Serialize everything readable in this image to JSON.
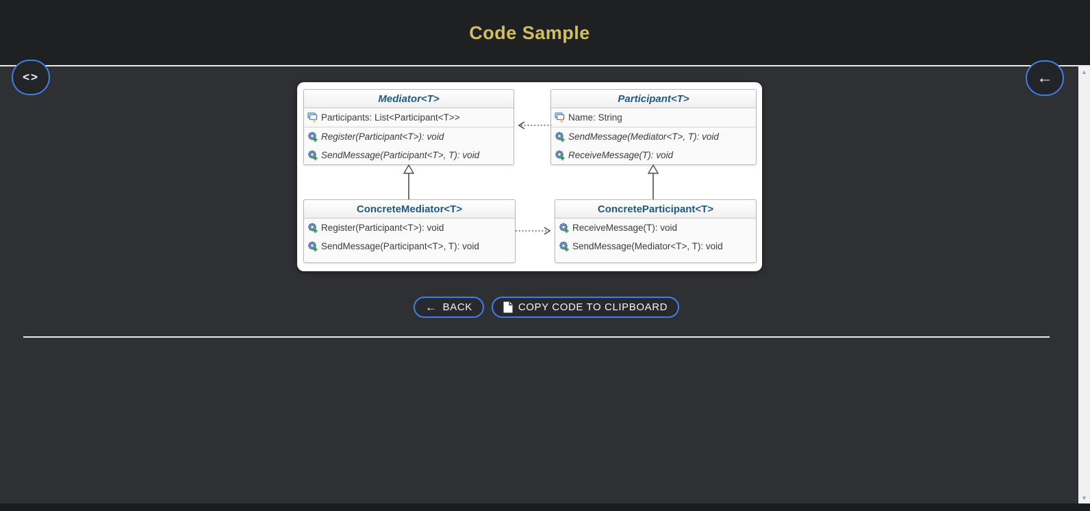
{
  "header": {
    "title": "Code Sample"
  },
  "floating_buttons": {
    "code_glyph": "<>",
    "back_glyph": "←"
  },
  "actions": {
    "back_label": "BACK",
    "back_glyph": "←",
    "copy_label": "COPY CODE TO CLIPBOARD"
  },
  "scrollbar": {
    "up_glyph": "▲",
    "down_glyph": "▼"
  },
  "colors": {
    "accent_blue": "#3f7fe8",
    "title_gold": "#d2bf5e",
    "class_title_blue": "#1d5a88",
    "page_bg": "#2f3033",
    "header_bg": "#1f2022",
    "panel_bg": "#ffffff"
  },
  "diagram": {
    "classes": [
      {
        "name": "Mediator<T>",
        "stereotype": "abstract",
        "properties": [
          "Participants: List<Participant<T>>"
        ],
        "methods": [
          "Register(Participant<T>): void",
          "SendMessage(Participant<T>, T): void"
        ]
      },
      {
        "name": "Participant<T>",
        "stereotype": "abstract",
        "properties": [
          "Name: String"
        ],
        "methods": [
          "SendMessage(Mediator<T>, T): void",
          "ReceiveMessage(T): void"
        ]
      },
      {
        "name": "ConcreteMediator<T>",
        "stereotype": "concrete",
        "properties": [],
        "methods": [
          "Register(Participant<T>): void",
          "SendMessage(Participant<T>, T): void"
        ]
      },
      {
        "name": "ConcreteParticipant<T>",
        "stereotype": "concrete",
        "properties": [],
        "methods": [
          "ReceiveMessage(T): void",
          "SendMessage(Mediator<T>, T): void"
        ]
      }
    ],
    "relations": [
      "Participant depends-on Mediator (dashed arrow left)",
      "ConcreteMediator depends-on ConcreteParticipant (dashed arrow right)",
      "ConcreteMediator inherits Mediator",
      "ConcreteParticipant inherits Participant"
    ]
  }
}
